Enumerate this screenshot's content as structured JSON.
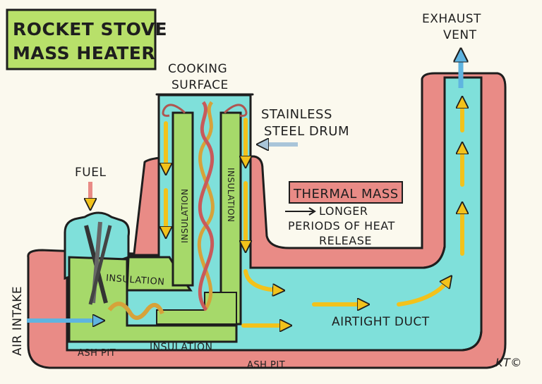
{
  "title": {
    "line1": "ROCKET STOVE",
    "line2": "MASS HEATER"
  },
  "labels": {
    "exhaust_line1": "EXHAUST",
    "exhaust_line2": "VENT",
    "cooking_line1": "COOKING",
    "cooking_line2": "SURFACE",
    "drum_line1": "STAINLESS",
    "drum_line2": "STEEL DRUM",
    "fuel": "FUEL",
    "thermal_mass": "THERMAL MASS",
    "longer_line1": "LONGER",
    "longer_line2": "PERIODS OF HEAT",
    "longer_line3": "RELEASE",
    "air_intake": "AIR INTAKE",
    "insulation_left_riser": "INSULATION",
    "insulation_right_riser": "INSULATION",
    "insulation_bend": "INSULATION",
    "insulation_bottom": "INSULATION",
    "ash_pit_left": "ASH PIT",
    "ash_pit_bottom": "ASH PIT",
    "airtight_duct": "AIRTIGHT DUCT",
    "signature": "KT©"
  },
  "colors": {
    "background": "#fbf9ee",
    "thermal_mass": "#e98b86",
    "duct": "#7fe0da",
    "insulation": "#a6d96a",
    "title_box": "#b8e06a",
    "flow_arrow": "#f2c21b",
    "exhaust_arrow": "#5fb4e0",
    "fire": "#d6a23a"
  }
}
